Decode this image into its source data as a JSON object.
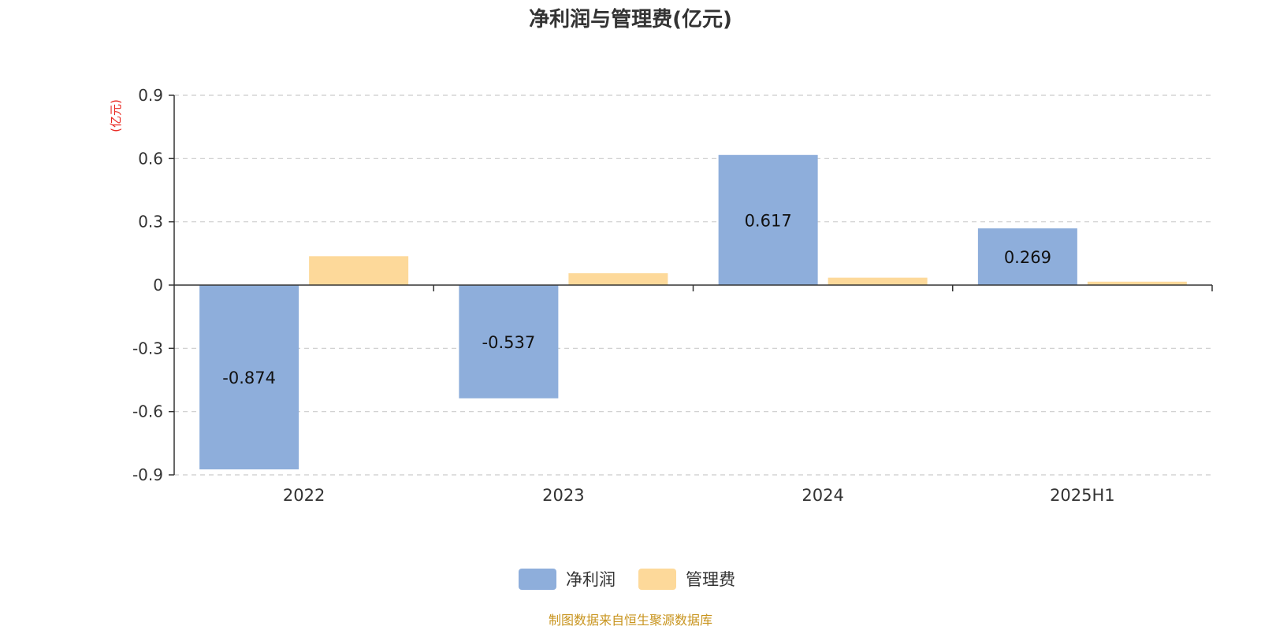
{
  "colors": {
    "net_profit": "#8eaedb",
    "admin_expense": "#fdd99a",
    "source_text": "#c8941e",
    "ylabel_text": "#e8231c",
    "grid": "#cccccc",
    "axis": "#333333"
  },
  "chart_data": {
    "type": "bar",
    "title": "净利润与管理费(亿元)",
    "ylabel": "(亿元)",
    "xlabel": "",
    "categories": [
      "2022",
      "2023",
      "2024",
      "2025H1"
    ],
    "ylim": [
      -0.9,
      0.9
    ],
    "yticks": [
      0.9,
      0.6,
      0.3,
      0,
      -0.3,
      -0.6,
      -0.9
    ],
    "ytick_labels": [
      "0.9",
      "0.6",
      "0.3",
      "0",
      "-0.3",
      "-0.6",
      "-0.9"
    ],
    "grid": true,
    "legend_position": "bottom-center",
    "series": [
      {
        "name": "净利润",
        "values": [
          -0.874,
          -0.537,
          0.617,
          0.269
        ],
        "data_labels": [
          "-0.874",
          "-0.537",
          "0.617",
          "0.269"
        ]
      },
      {
        "name": "管理费",
        "values": [
          0.137,
          0.056,
          0.035,
          0.016
        ],
        "data_labels": [
          "",
          "",
          "",
          ""
        ]
      }
    ]
  },
  "footer": {
    "source": "制图数据来自恒生聚源数据库"
  }
}
